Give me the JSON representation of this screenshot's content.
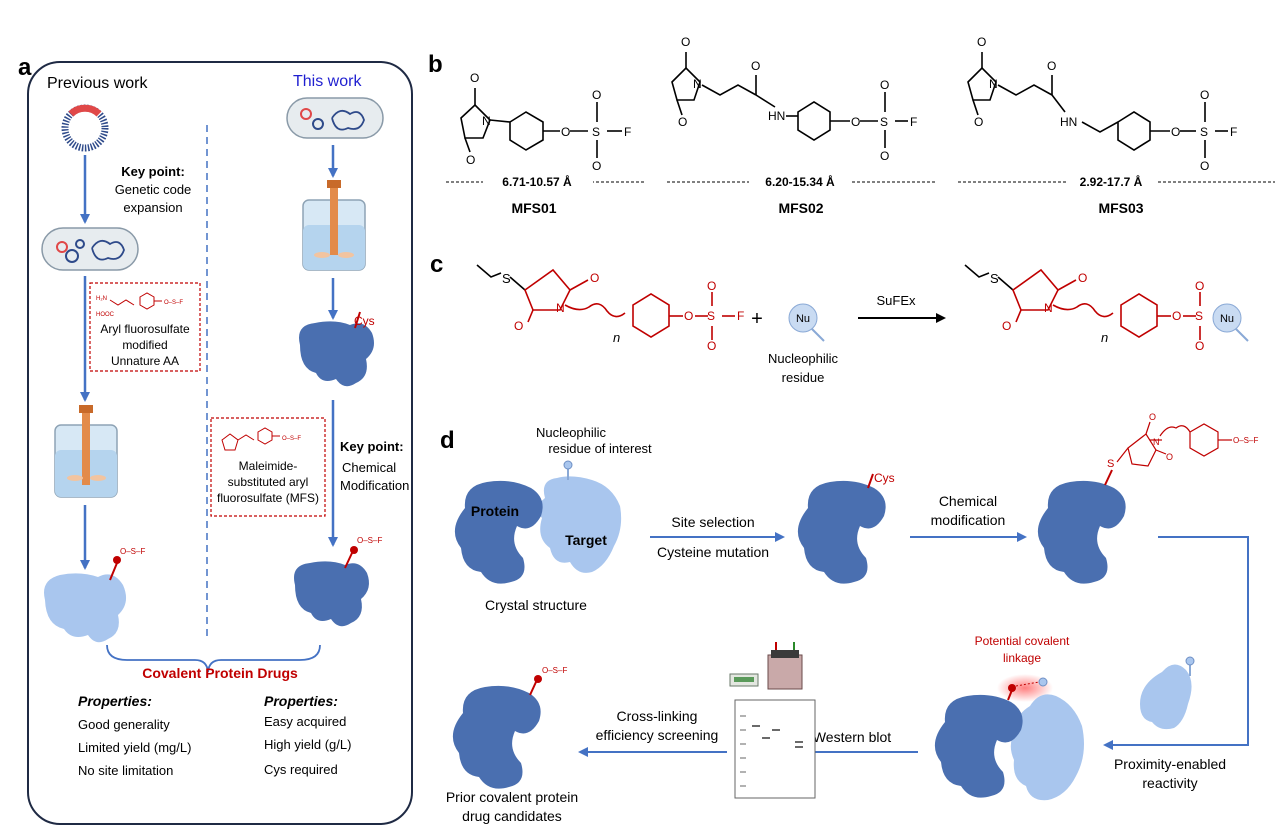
{
  "panels": {
    "a": "a",
    "b": "b",
    "c": "c",
    "d": "d"
  },
  "panel_a": {
    "previous_work": "Previous work",
    "this_work": "This work",
    "key_point_left_title": "Key point:",
    "key_point_left_line1": "Genetic code",
    "key_point_left_line2": "expansion",
    "aryl_box_line1": "Aryl fluorosulfate",
    "aryl_box_line2": "modified",
    "aryl_box_line3": "Unnature AA",
    "cys_label": "Cys",
    "key_point_right_title": "Key point:",
    "key_point_right_line1": "Chemical",
    "key_point_right_line2": "Modification",
    "mfs_box_line1": "Maleimide-",
    "mfs_box_line2": "substituted aryl",
    "mfs_box_line3": "fluorosulfate (MFS)",
    "covalent_drugs": "Covalent Protein Drugs",
    "props_left_title": "Properties:",
    "props_left": [
      "Good generality",
      "Limited yield (mg/L)",
      "No site limitation"
    ],
    "props_right_title": "Properties:",
    "props_right": [
      "Easy acquired",
      "High yield (g/L)",
      "Cys required"
    ]
  },
  "panel_b": {
    "compounds": [
      {
        "name": "MFS01",
        "distance": "6.71-10.57 Å"
      },
      {
        "name": "MFS02",
        "distance": "6.20-15.34 Å"
      },
      {
        "name": "MFS03",
        "distance": "2.92-17.7 Å"
      }
    ],
    "atom_O": "O",
    "atom_N": "N",
    "atom_S": "S",
    "atom_F": "F",
    "atom_HN": "HN"
  },
  "panel_c": {
    "plus": "+",
    "nu": "Nu",
    "n": "n",
    "nucleophilic_line1": "Nucleophilic",
    "nucleophilic_line2": "residue",
    "reaction": "SuFEx"
  },
  "panel_d": {
    "nuc_interest_line1": "Nucleophilic",
    "nuc_interest_line2": "residue of interest",
    "protein": "Protein",
    "target": "Target",
    "crystal_structure": "Crystal structure",
    "site_selection": "Site selection",
    "cysteine_mutation": "Cysteine mutation",
    "cys": "Cys",
    "chemical_line1": "Chemical",
    "chemical_line2": "modification",
    "potential_line1": "Potential covalent",
    "potential_line2": "linkage",
    "proximity_line1": "Proximity-enabled",
    "proximity_line2": "reactivity",
    "western_blot": "Western blot",
    "crosslink_line1": "Cross-linking",
    "crosslink_line2": "efficiency screening",
    "prior_line1": "Prior covalent protein",
    "prior_line2": "drug candidates"
  },
  "colors": {
    "accent_red": "#c00000",
    "arrow_blue": "#4472c4",
    "protein_dark": "#4a6fb0",
    "protein_light": "#a9c6ee"
  }
}
